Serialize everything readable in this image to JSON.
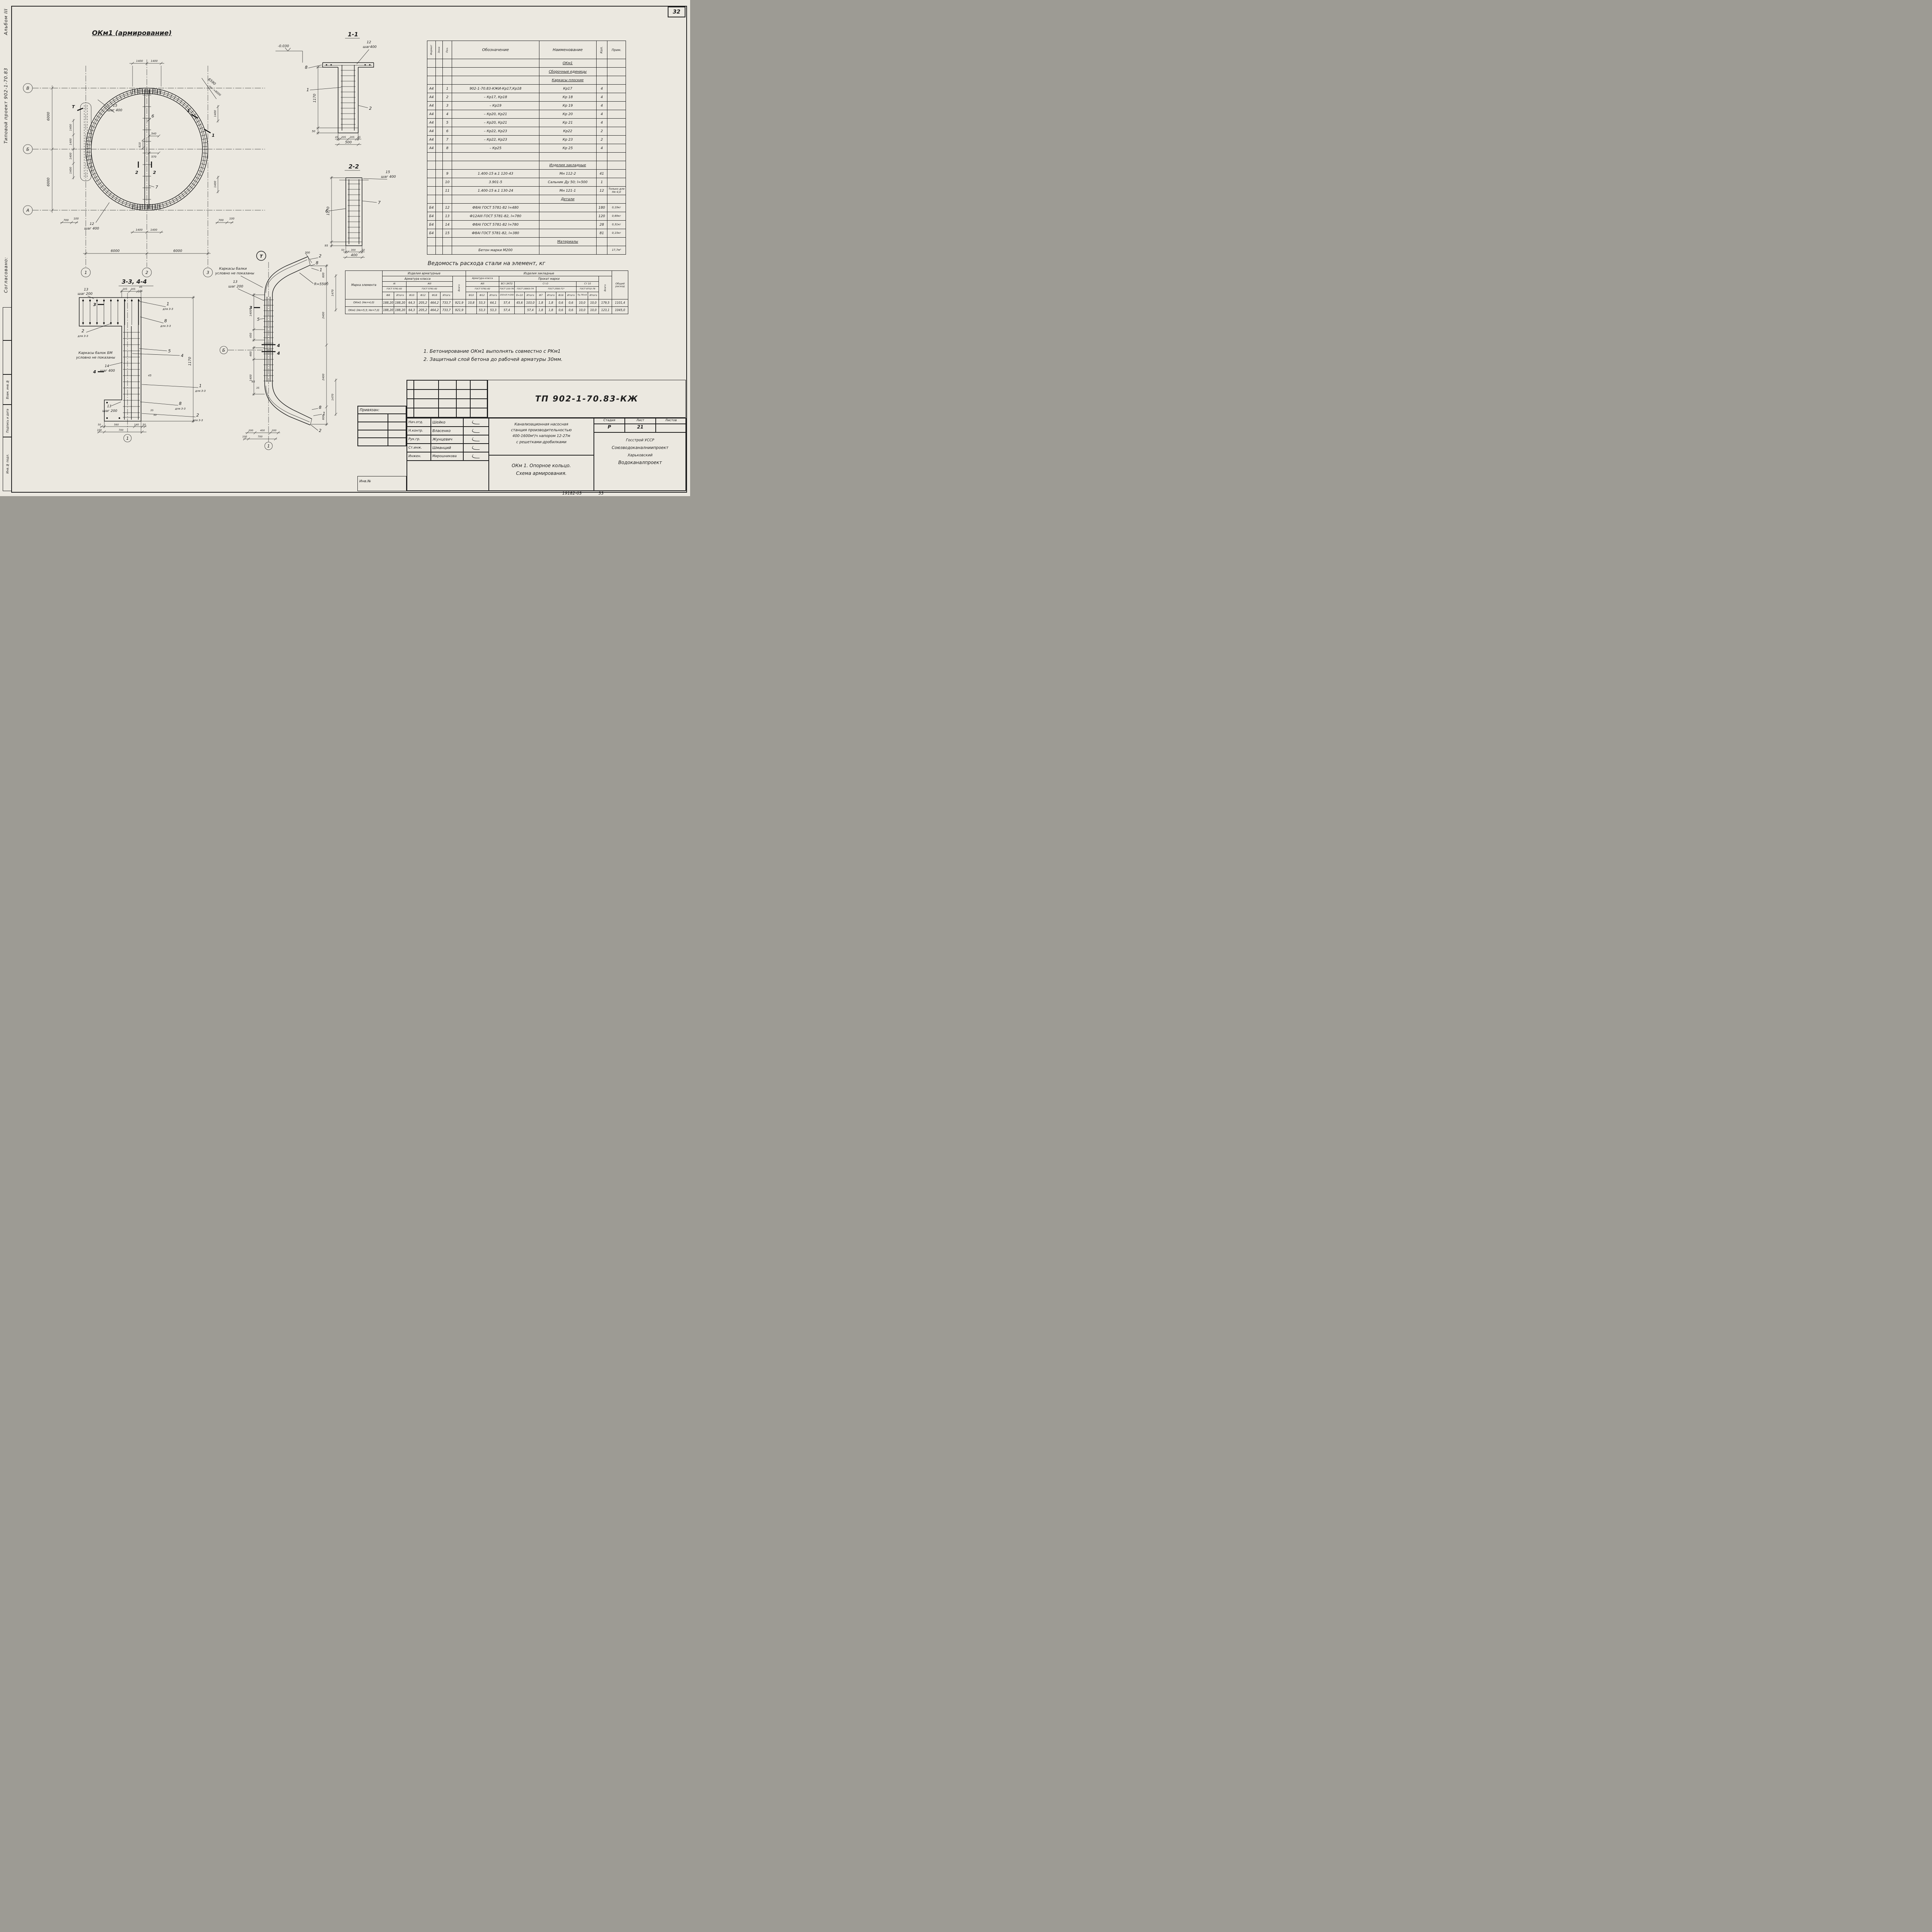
{
  "sheet": {
    "num": "32",
    "code": "19182-03",
    "page": "33"
  },
  "margin": {
    "album": "Альбом III",
    "project": "Типовой проект 902-1-70.83",
    "agreed": "Согласовано:",
    "st1": "Взам. инв.№",
    "st2": "Подпись и дата",
    "st3": "Инв.№ подл."
  },
  "plan": {
    "title": "ОКм1 (армирование)",
    "ax_v": "В",
    "ax_b": "Б",
    "ax_a": "А",
    "ax_1": "1",
    "ax_2": "2",
    "ax_3": "3",
    "d6000": "6000",
    "d1400": "1400",
    "d700": "700",
    "d100": "100",
    "d540": "540",
    "d570": "570",
    "d610": "610",
    "r6590": "6590",
    "pog": "пог.=8000",
    "c15": "15",
    "c15s": "шаг 400",
    "c6": "6",
    "c7": "7",
    "c12": "12",
    "c12s": "шаг 400",
    "t": "Т",
    "s1": "1",
    "s2": "2"
  },
  "s11": {
    "title": "1-1",
    "elev": "-0.030",
    "c12": "12",
    "c12s": "шаг400",
    "n8": "8",
    "n1": "1",
    "n2": "2",
    "h": "1170",
    "d50": "50",
    "a45": "45",
    "a205": "205",
    "w": "500"
  },
  "s22": {
    "title": "2-2",
    "c15": "15",
    "c15s": "шаг 400",
    "n7": "7",
    "n6": "6",
    "h": "1170",
    "d95": "95",
    "a50": "50",
    "a300": "300",
    "w": "400"
  },
  "s33": {
    "title": "3-3, 4-4",
    "c13": "13",
    "c13s": "шаг 200",
    "a205": "205",
    "a45": "45",
    "n1": "1",
    "n2": "2",
    "n8": "8",
    "n5": "5",
    "n4": "4",
    "for33": "для 3-3",
    "bm1": "Каркасы балок БМ",
    "bm2": "условно не показаны",
    "c14": "14",
    "c14s": "шаг 400",
    "h": "1170",
    "d45": "45",
    "d35": "35",
    "d50": "50",
    "d560": "560",
    "d140": "140",
    "d100": "100",
    "d700": "700",
    "ax1": "1",
    "s3": "3",
    "s4": "4"
  },
  "curve": {
    "t": "Т",
    "kb1": "Каркасы балки",
    "kb2": "условно не показаны",
    "c13": "13",
    "c13s": "шаг 200",
    "r": "R=5500",
    "d300": "300",
    "d600": "600",
    "d2400": "2400",
    "d1470": "1470",
    "d1400": "1400",
    "d450": "450",
    "d460": "460",
    "d95": "95",
    "d35": "35",
    "d200": "200",
    "d400": "400",
    "d100": "100",
    "d700": "700",
    "n1": "1",
    "n2": "2",
    "n3": "3",
    "n4": "4",
    "n5": "5",
    "n8": "8",
    "ax1": "1",
    "axb": "Б"
  },
  "spec": {
    "h": {
      "fmt": "Формат",
      "zone": "Зона",
      "pos": "Поз.",
      "des": "Обозначение",
      "name": "Наименование",
      "qty": "Кол.",
      "note": "Прим."
    },
    "rows": [
      {
        "n": "ОКм1"
      },
      {
        "n": "Сборочные единицы"
      },
      {
        "n": "Каркасы плоские"
      },
      {
        "f": "А4",
        "p": "1",
        "o": "902-1-70.83-КЖИ-Кр17,Кр18",
        "n": "Кр17",
        "k": "4"
      },
      {
        "f": "А4",
        "p": "2",
        "o": "– Кр17, Кр18",
        "n": "Кр 18",
        "k": "4"
      },
      {
        "f": "А4",
        "p": "3",
        "o": "– Кр19",
        "n": "Кр 19",
        "k": "4"
      },
      {
        "f": "А4",
        "p": "4",
        "o": "– Кр20, Кр21",
        "n": "Кр 20",
        "k": "4"
      },
      {
        "f": "А4",
        "p": "5",
        "o": "– Кр20, Кр21",
        "n": "Кр 21",
        "k": "4"
      },
      {
        "f": "А4",
        "p": "6",
        "o": "– Кр22, Кр23",
        "n": "Кр22",
        "k": "2"
      },
      {
        "f": "А4",
        "p": "7",
        "o": "– Кр22, Кр23",
        "n": "Кр 23",
        "k": "2"
      },
      {
        "f": "А4",
        "p": "8",
        "o": "– Кр25",
        "n": "Кр 25",
        "k": "4"
      },
      {},
      {
        "n": "Изделия закладные"
      },
      {
        "p": "9",
        "o": "1.400-15 в.1  120-43",
        "n": "Мн 112-2",
        "k": "41"
      },
      {
        "p": "10",
        "o": "3.901-5",
        "n": "Сальник Ду 50; l=500",
        "k": "1"
      },
      {
        "p": "11",
        "o": "1.400-15 в.1  130-24",
        "n": "Мн 121-1",
        "k": "12",
        "pr": "Только для Нк-4,0"
      },
      {
        "n": "Детали"
      },
      {
        "f": "Б4",
        "p": "12",
        "o": "Ф8АI ГОСТ 5781-82  l=480",
        "k": "180",
        "pr": "0,19кг"
      },
      {
        "f": "Б4",
        "p": "13",
        "o": "Ф12АIII ГОСТ 5781-82, l=780",
        "k": "120",
        "pr": "0,69кг"
      },
      {
        "f": "Б4",
        "p": "14",
        "o": "Ф8АI ГОСТ 5781-82  l=780",
        "k": "28",
        "pr": "0,31кг"
      },
      {
        "f": "Б4",
        "p": "15",
        "o": "Ф8АI ГОСТ 5781-82, l=380",
        "k": "81",
        "pr": "0,15кг"
      },
      {
        "n": "Материалы"
      },
      {
        "o": "Бетон марки М200",
        "pr": "17,7м³"
      }
    ]
  },
  "steel": {
    "title": "Ведомость расхода стали на элемент, кг",
    "h": {
      "mark": "Марка элемента",
      "arm": "Изделия арматурные",
      "emb": "Изделия закладные",
      "cls": "Арматура класса",
      "roll": "Прокат марки",
      "total": "Всего",
      "grand": "Общий расход",
      "a1": "АI",
      "a3": "АIII",
      "vst": "ВСт.3КП2",
      "st0": "Ст.О",
      "st10": "Ст 10",
      "g5781": "ГОСТ 5781-82",
      "g103": "ГОСТ 103-76",
      "g19903": "ГОСТ 19903-74",
      "g2590": "ГОСТ 2590-71*",
      "g8732": "ГОСТ 8732-78",
      "f8": "Ф8",
      "f10": "Ф10",
      "f12": "Ф12",
      "f18": "Ф18",
      "f7": "Ф7",
      "f16": "Ф16",
      "itogo": "Итого",
      "p150": "150×8 l=200",
      "b10": "б=10",
      "tr": "Тр.76×6"
    },
    "rows": [
      {
        "mark": "ОКм1 (Нк=4,0)",
        "c": [
          "188,20",
          "188,20",
          "64,3",
          "205,2",
          "464,2",
          "733,7",
          "921,9",
          "10,8",
          "53,3",
          "64,1",
          "57,4",
          "45,6",
          "103,0",
          "1,8",
          "1,8",
          "0,6",
          "0,6",
          "10,0",
          "10,0",
          "179,5",
          "1101,4"
        ]
      },
      {
        "mark": "ОКм1 (Нк=5,5; Нк=7,0)",
        "c": [
          "188,20",
          "188,20",
          "64,3",
          "205,2",
          "464,2",
          "733,7",
          "921,9",
          "",
          "53,3",
          "53,3",
          "57,4",
          "",
          "57,4",
          "1,8",
          "1,8",
          "0,6",
          "0,6",
          "10,0",
          "10,0",
          "123,1",
          "1045,0"
        ]
      }
    ]
  },
  "notes": {
    "n1": "1. Бетонирование ОКм1 выполнять совместно с РКм1",
    "n2": "2. Защитный слой бетона до рабочей арматуры 30мм."
  },
  "tb": {
    "code": "ТП 902-1-70.83-КЖ",
    "attach": "Привязан:",
    "inv": "Инв.№",
    "s1r": "Нач.отд.",
    "s1n": "Шейко",
    "s2r": "Н.контр.",
    "s2n": "Власенко",
    "s3r": "Рук.гр.",
    "s3n": "Жунцевич",
    "s4r": "Ст.инж.",
    "s4n": "Шманций",
    "s5r": "Инжен.",
    "s5n": "Мирошникова",
    "d1": "Канализационная насосная",
    "d2": "станция производительностью",
    "d3": "400-1600м³/ч напором 12-27м",
    "d4": "с решетками-дробилками",
    "t1": "ОКм 1. Опорное кольцо.",
    "t2": "Схема армирования.",
    "stage_h": "Стадия",
    "sheet_h": "Лист",
    "sheets_h": "Листов",
    "stage": "Р",
    "sheet": "21",
    "org1": "Госстрой УССР",
    "org2": "Союзводоканалниипроект",
    "org3": "Харьковский",
    "org4": "Водоканалпроект"
  }
}
